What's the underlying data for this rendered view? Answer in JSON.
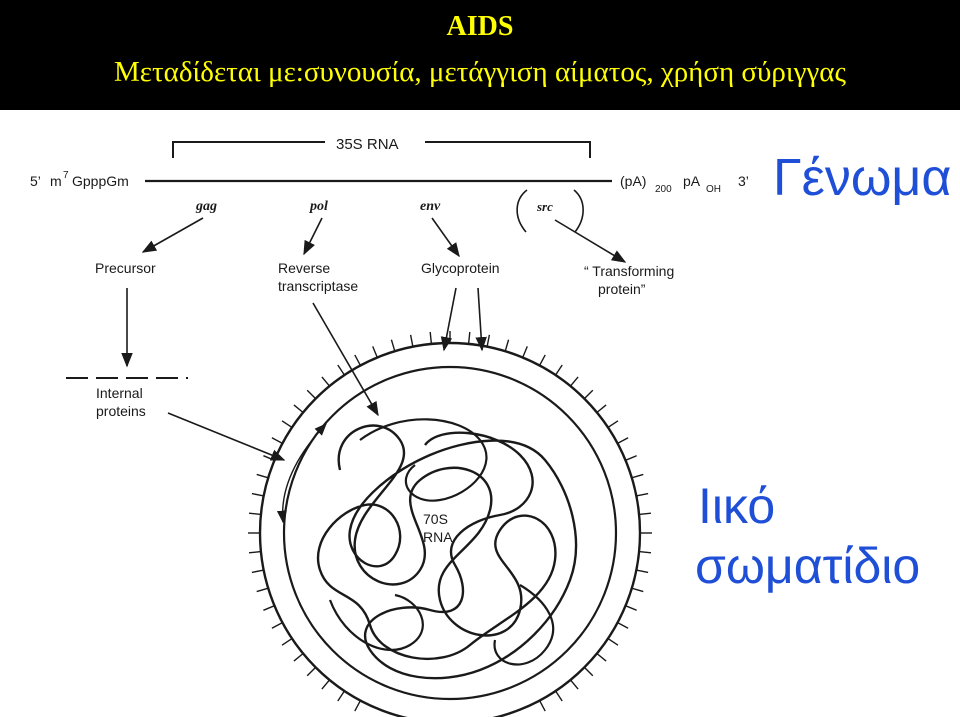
{
  "header": {
    "title": "AIDS",
    "subtitle": "Μεταδίδεται με:συνουσία, μετάγγιση αίματος, χρήση σύριγγας"
  },
  "genome": {
    "rna_label": "35S RNA",
    "five_prime": "5’",
    "m": "m",
    "m_sup": "7",
    "cap": "GpppGm",
    "poly_a": "(pA)",
    "poly_a_sub": "200",
    "pa": "pA",
    "oh": "OH",
    "three_prime": "3’",
    "genes": [
      "gag",
      "pol",
      "env",
      "src"
    ]
  },
  "products": {
    "precursor": "Precursor",
    "reverse": "Reverse",
    "transcriptase": "transcriptase",
    "glycoprotein": "Glycoprotein",
    "transforming": "“ Transforming",
    "protein": "protein”",
    "internal": "Internal",
    "proteins": "proteins"
  },
  "particle": {
    "rna_line1": "70S",
    "rna_line2": "RNA"
  },
  "labels": {
    "genome": "Γένωμα",
    "particle_line1": "Ιικό",
    "particle_line2": "σωματίδιο"
  },
  "colors": {
    "banner": "#000000",
    "title_text": "#ffff00",
    "greek_labels": "#1f4fd6",
    "line_art": "#1a1a1a"
  }
}
